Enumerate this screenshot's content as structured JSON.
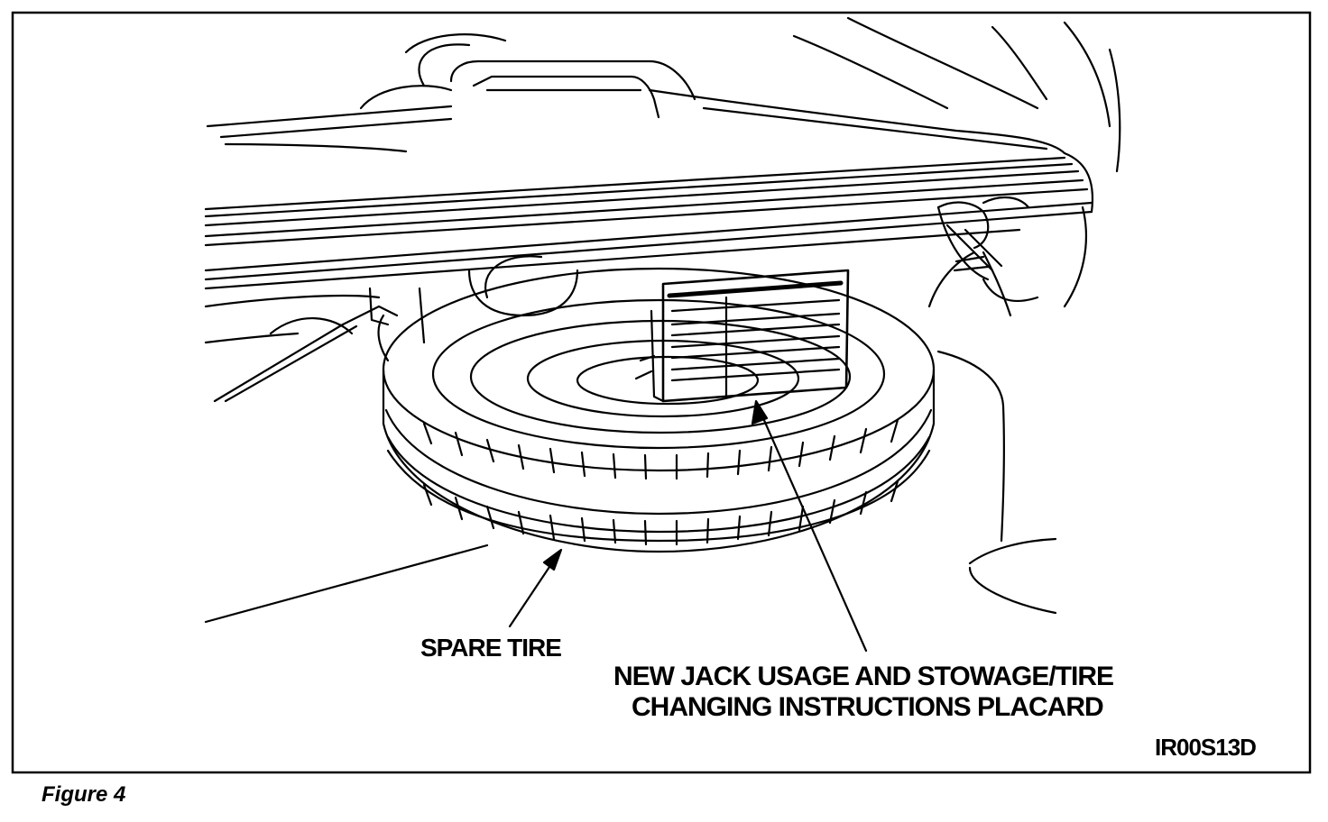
{
  "diagram": {
    "labels": {
      "spare_tire": "SPARE TIRE",
      "placard_line_1": "NEW JACK USAGE AND STOWAGE/TIRE",
      "placard_line_2": "CHANGING INSTRUCTIONS PLACARD"
    },
    "code": "IR00S13D",
    "caption": "Figure 4",
    "colors": {
      "ink": "#000000",
      "paper": "#ffffff"
    }
  }
}
